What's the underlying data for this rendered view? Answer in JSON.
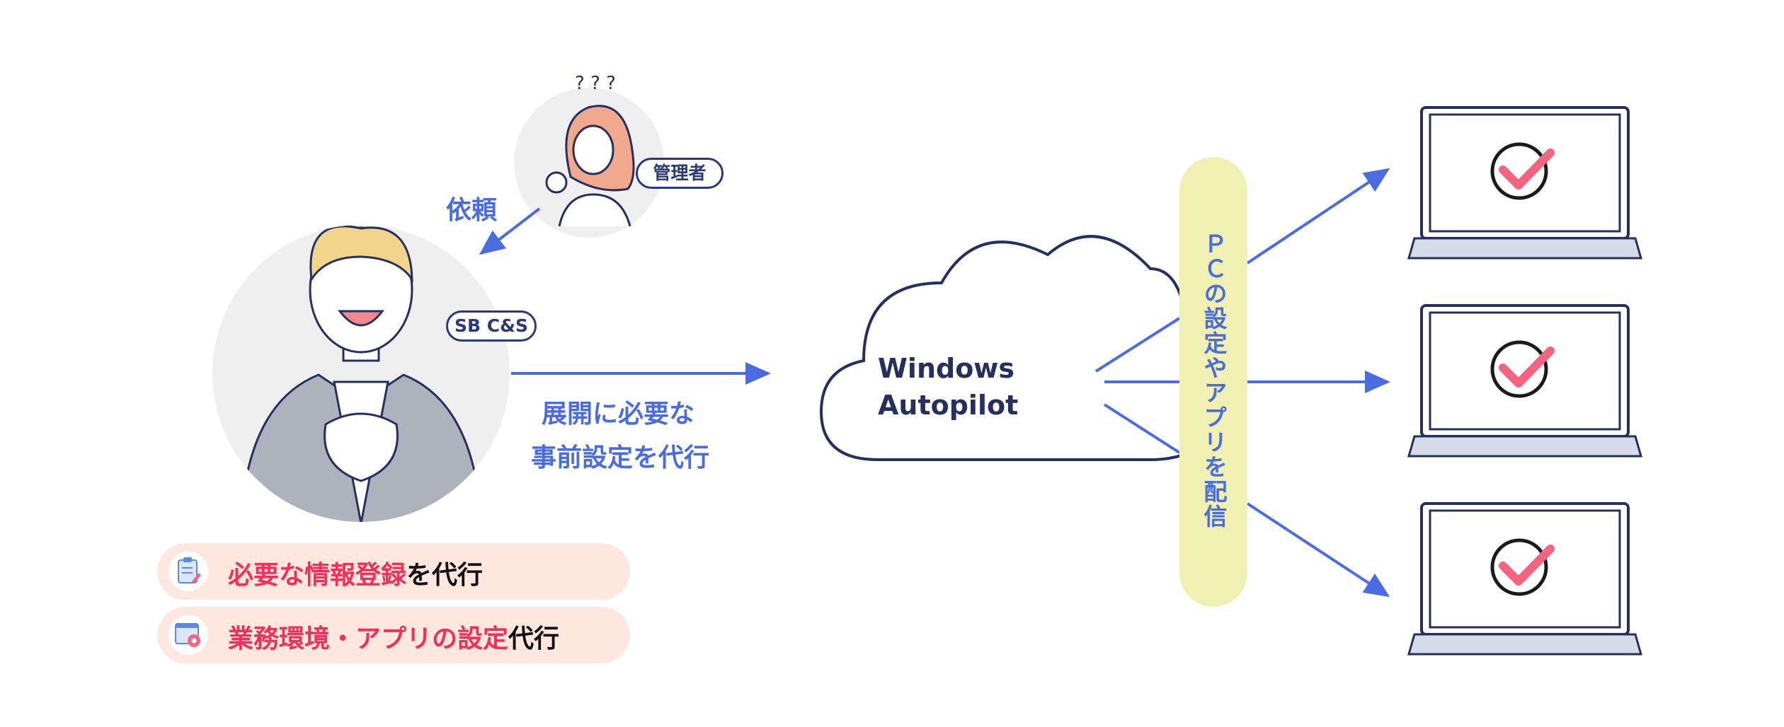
{
  "admin": {
    "tag": "管理者",
    "question_marks": "? ? ?"
  },
  "request_label": "依頼",
  "sbcs": {
    "tag": "SB C&S"
  },
  "deploy_label": [
    "展開に必要な",
    "事前設定を代行"
  ],
  "cloud": {
    "line1": "Windows",
    "line2": "Autopilot"
  },
  "distribution": "ＰＣの設定やアプリを配信",
  "services": [
    {
      "highlight": "必要な情報登録",
      "rest": "を代行",
      "icon": "clipboard-icon"
    },
    {
      "highlight": "業務環境・アプリの設定",
      "rest": "代行",
      "icon": "settings-window-icon"
    }
  ],
  "laptops": [
    {
      "icon": "check-icon"
    },
    {
      "icon": "check-icon"
    },
    {
      "icon": "check-icon"
    }
  ],
  "colors": {
    "arrow": "#4a6ce0",
    "highlight": "#f02f5b",
    "pill": "#fde7df",
    "distribution_bg": "#eff0b1",
    "outline": "#26305e"
  }
}
